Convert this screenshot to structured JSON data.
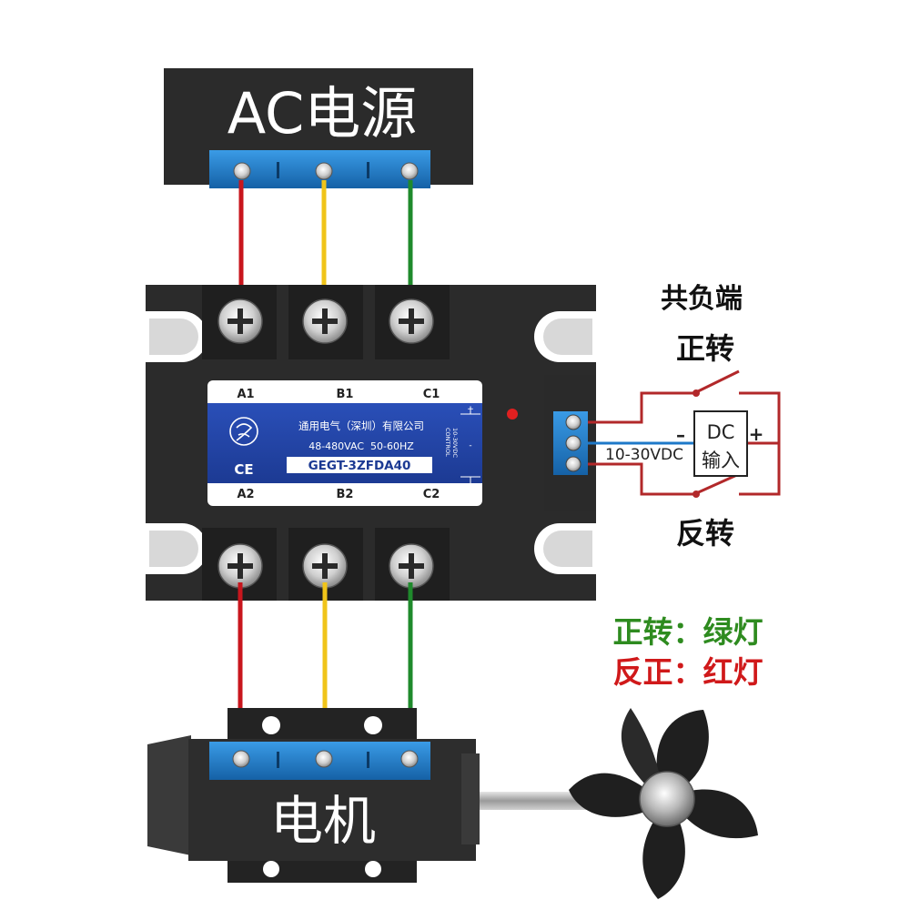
{
  "ac_source": {
    "title": "AC电源"
  },
  "relay": {
    "terminals_top": [
      "A1",
      "B1",
      "C1"
    ],
    "terminals_bottom": [
      "A2",
      "B2",
      "C2"
    ],
    "company": "通用电气（深圳）有限公司",
    "spec": "48-480VAC  50-60HZ",
    "model": "GEGT-3ZFDA40",
    "ce_mark": "CE",
    "control_label": "CONTROL",
    "control_voltage": "10-30VDC",
    "polarity_plus": "+",
    "polarity_minus": "-"
  },
  "control": {
    "common_label": "共负端",
    "forward_label": "正转",
    "reverse_label": "反转",
    "dc_box_top": "DC",
    "dc_box_bottom": "输入",
    "minus": "–",
    "plus": "+",
    "voltage": "10-30VDC"
  },
  "legend": {
    "forward_text": "正转：绿灯",
    "reverse_text": "反正：红灯",
    "forward_color": "#2e8b1f",
    "reverse_color": "#d0191a"
  },
  "motor": {
    "title": "电机"
  },
  "colors": {
    "wire_a": "#c8161d",
    "wire_b": "#f0c419",
    "wire_c": "#1f8a2c",
    "terminal_blue": "#1d78c8",
    "control_wire": "#b2282a",
    "panel_dark": "#2b2b2b"
  }
}
